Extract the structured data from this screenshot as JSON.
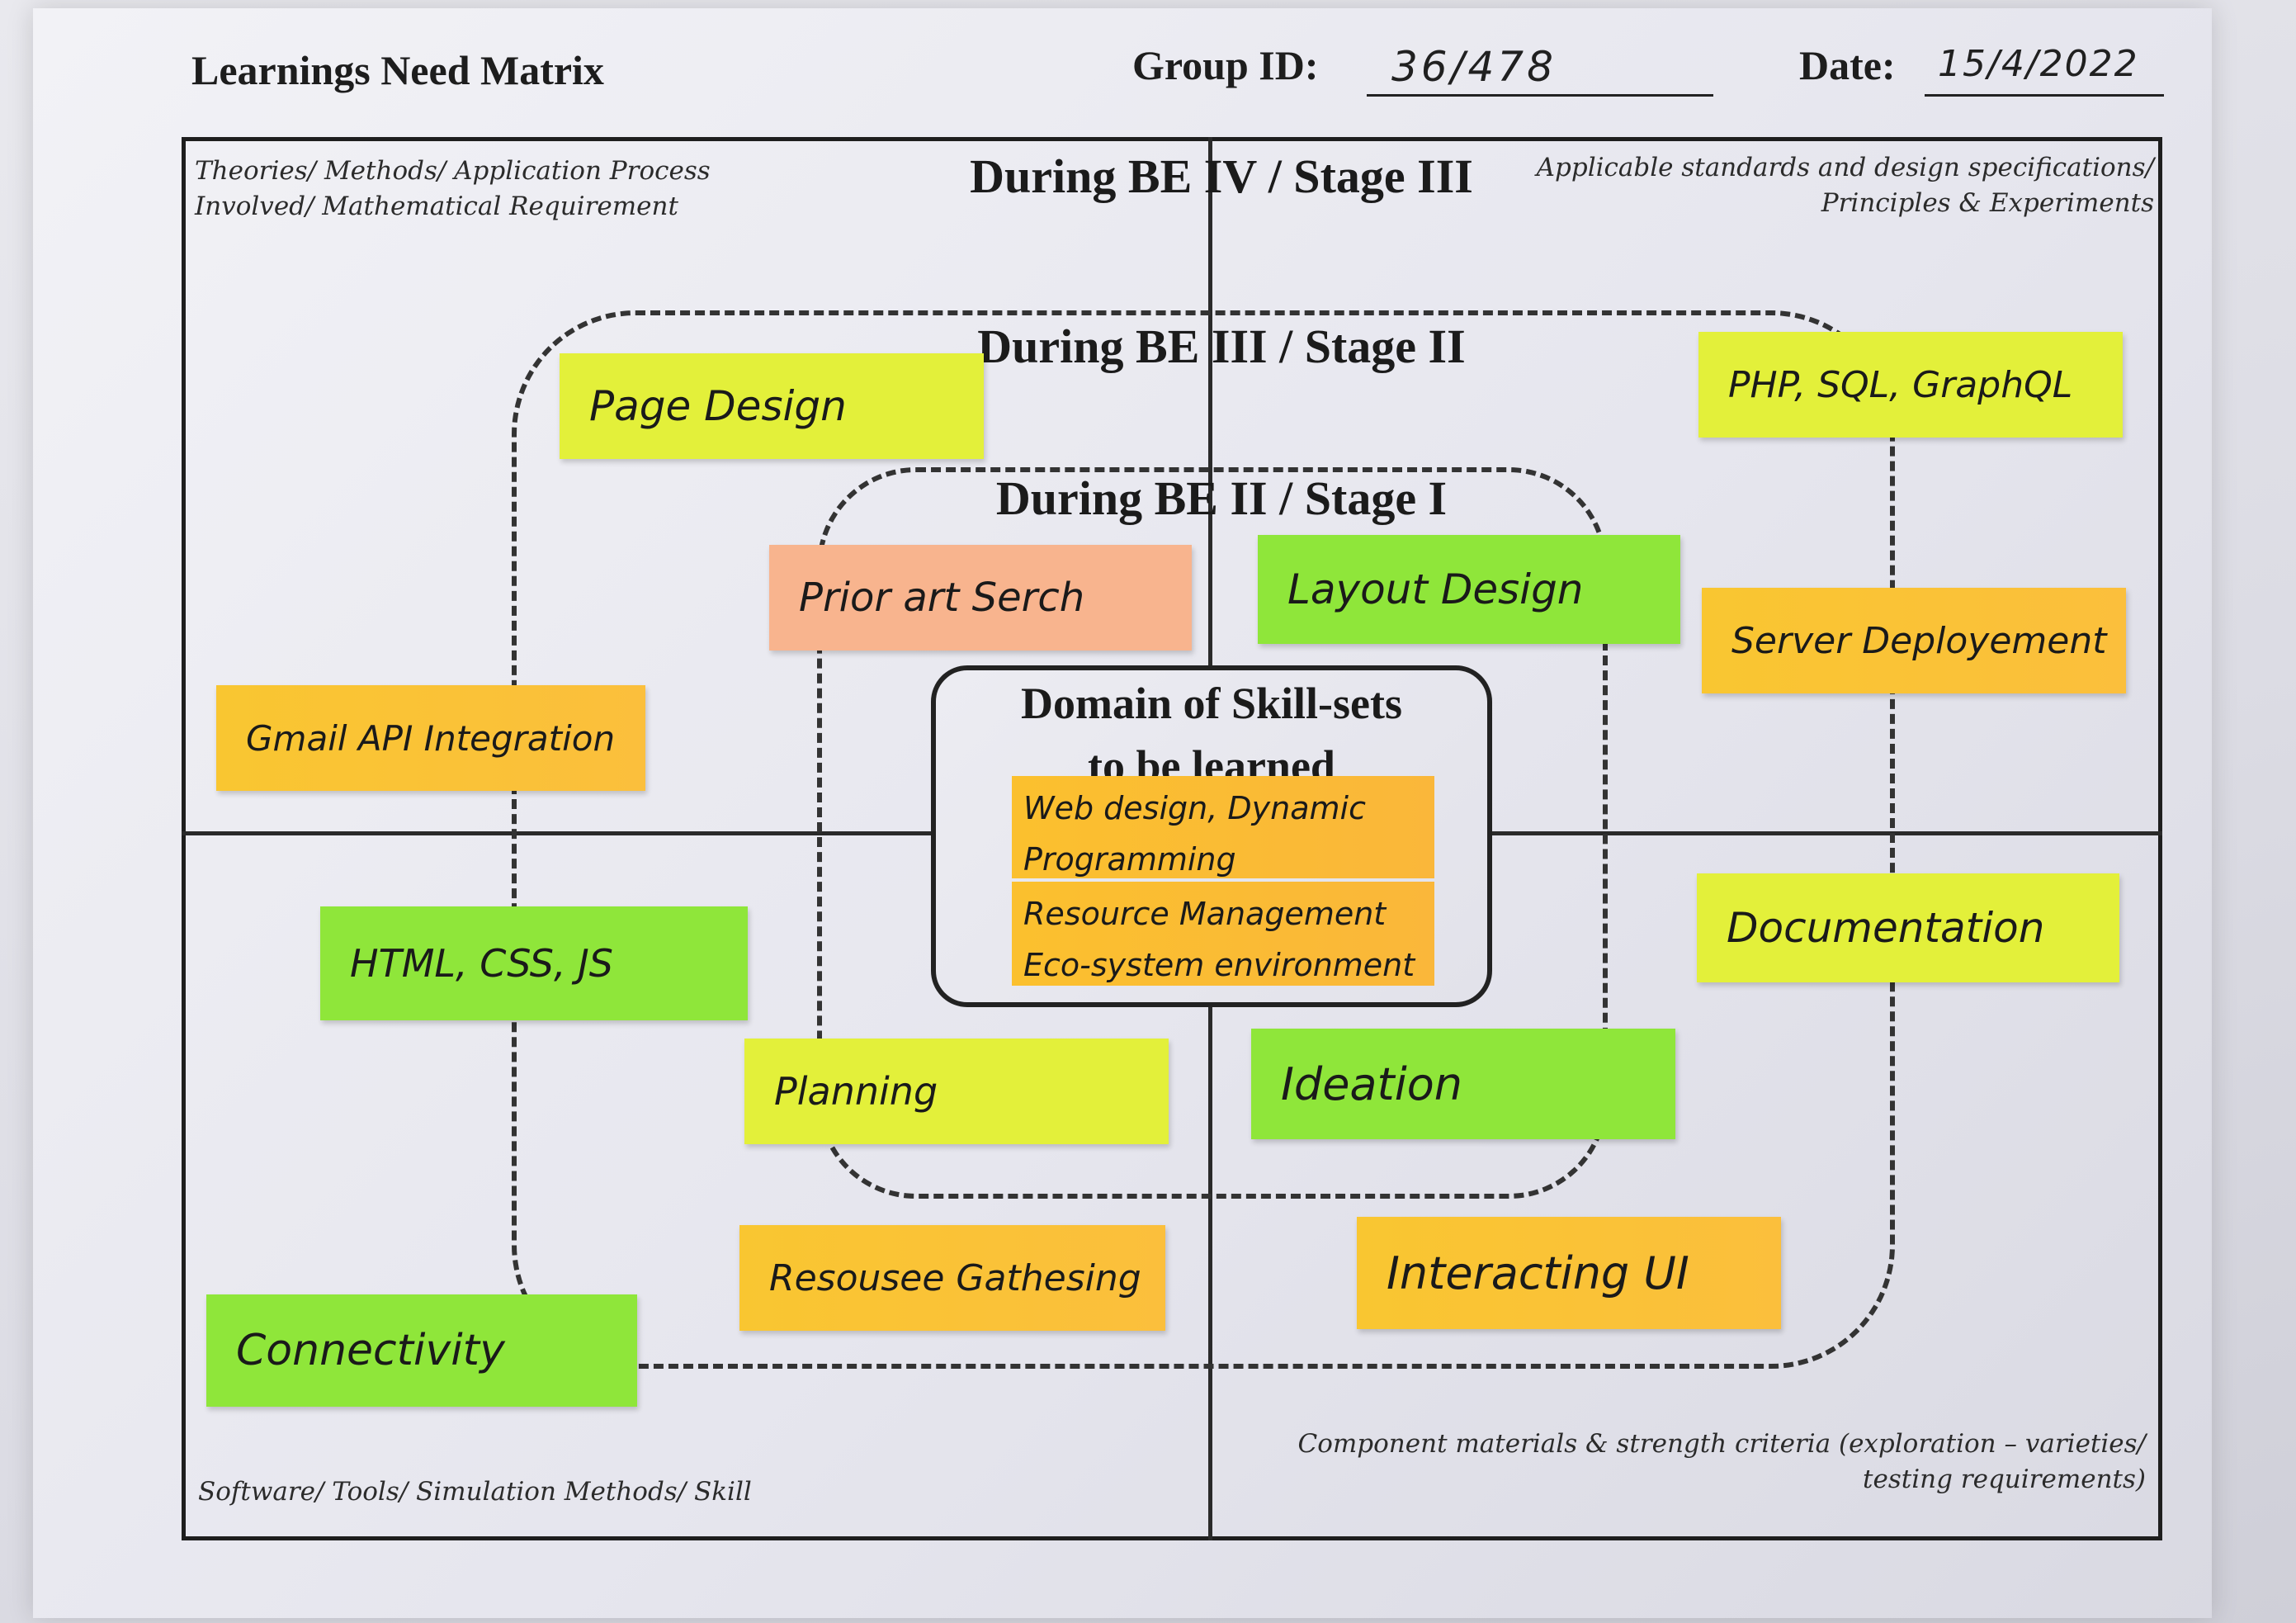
{
  "header": {
    "title": "Learnings Need Matrix",
    "group_label": "Group ID:",
    "group_value": "36/478",
    "date_label": "Date:",
    "date_value": "15/4/2022"
  },
  "quadrants": {
    "top_left": "Theories/ Methods/ Application Process Involved/ Mathematical Requirement",
    "top_right": "Applicable standards and design specifications/ Principles & Experiments",
    "bottom_left": "Software/ Tools/ Simulation Methods/ Skill",
    "bottom_right": "Component materials & strength criteria (exploration – varieties/ testing requirements)"
  },
  "stages": {
    "stage3": "During BE IV / Stage III",
    "stage2": "During BE III / Stage II",
    "stage1": "During BE II / Stage I"
  },
  "center": {
    "title_line1": "Domain of Skill-sets",
    "title_line2": "to be learned",
    "note1": "Web design, Dynamic Programming",
    "note2": "Resource Management Eco-system environment"
  },
  "notes": {
    "page_design": "Page Design",
    "php_sql": "PHP, SQL, GraphQL",
    "prior_art": "Prior art Serch",
    "layout_design": "Layout Design",
    "server_deployment": "Server Deployement",
    "gmail_api": "Gmail API Integration",
    "html_css_js": "HTML, CSS, JS",
    "documentation": "Documentation",
    "planning": "Planning",
    "ideation": "Ideation",
    "resource_gathering": "Resousee Gathesing",
    "interacting_ui": "Interacting UI",
    "connectivity": "Connectivity"
  },
  "colors": {
    "yellow": "#e3f03a",
    "green": "#8fe63a",
    "orange": "#f9c631",
    "salmon": "#f8b48e"
  }
}
